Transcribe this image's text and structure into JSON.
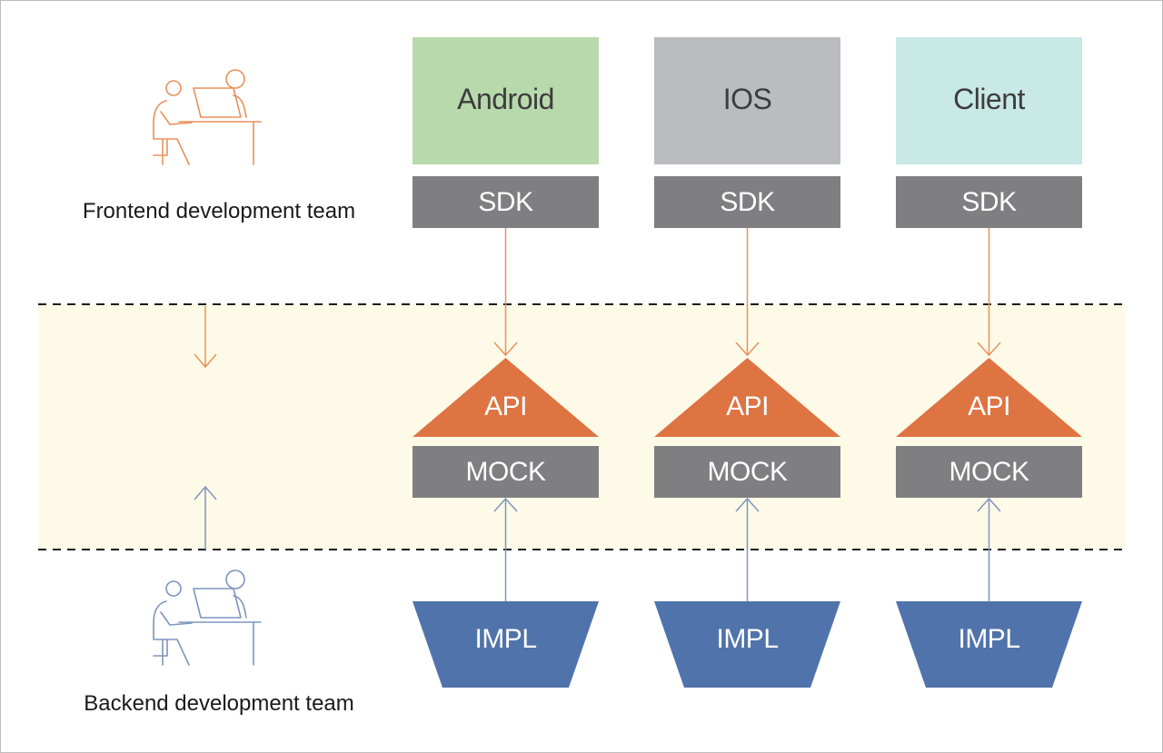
{
  "teams": {
    "frontend": "Frontend development team",
    "backend": "Backend development team"
  },
  "columns": [
    {
      "platform": "Android",
      "sdk": "SDK",
      "api": "API",
      "mock": "MOCK",
      "impl": "IMPL",
      "platform_color": "#b7d9ab"
    },
    {
      "platform": "IOS",
      "sdk": "SDK",
      "api": "API",
      "mock": "MOCK",
      "impl": "IMPL",
      "platform_color": "#bbbcc0"
    },
    {
      "platform": "Client",
      "sdk": "SDK",
      "api": "API",
      "mock": "MOCK",
      "impl": "IMPL",
      "platform_color": "#c8e9e6"
    }
  ],
  "colors": {
    "sdk_mock": "#7f7f82",
    "api": "#de7442",
    "impl": "#5073ab",
    "frontend_accent": "#e8915c",
    "backend_accent": "#7f95bf",
    "mock_band": "#fdfbe7"
  },
  "icons": {
    "frontend_person": "person-at-laptop-icon",
    "backend_person": "person-at-laptop-icon"
  }
}
